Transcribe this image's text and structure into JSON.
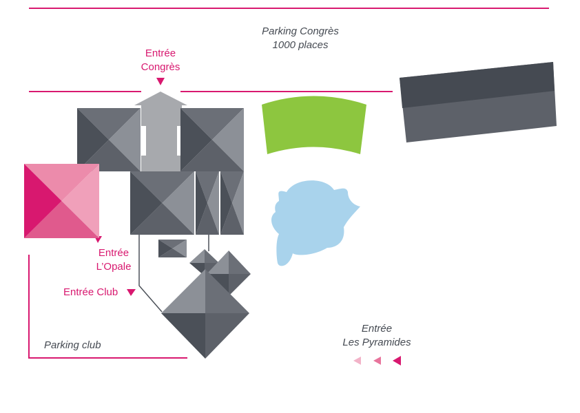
{
  "map": {
    "parking_congres": {
      "name": "Parking Congrès",
      "capacity": "1000 places"
    },
    "parking_club": {
      "name": "Parking club"
    },
    "entrances": {
      "congres": {
        "line1": "Entrée",
        "line2": "Congrès"
      },
      "opale": {
        "line1": "Entrée",
        "line2": "L’Opale"
      },
      "club": {
        "label": "Entrée Club"
      },
      "pyramides": {
        "line1": "Entrée",
        "line2": "Les Pyramides"
      }
    },
    "colors": {
      "accent_pink": "#d8186f",
      "pink_building": "#e8749c",
      "building_dark": "#4b5058",
      "building_mid": "#6b6f77",
      "building_light": "#8c9097",
      "green_area": "#8dc63f",
      "blue_area": "#a9d3ec"
    }
  }
}
